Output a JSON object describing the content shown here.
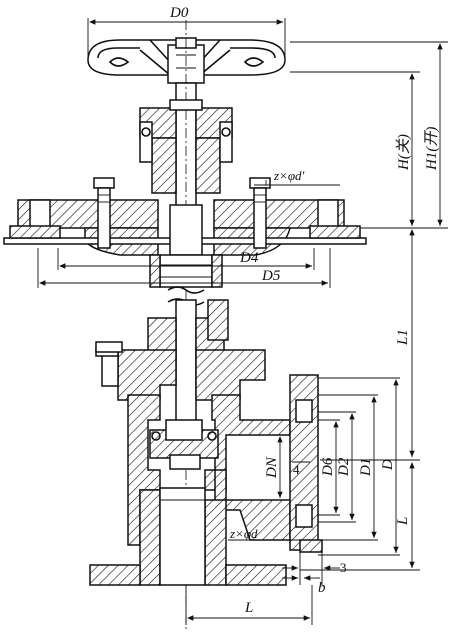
{
  "labels": {
    "D0": "D0",
    "H_close": "H(关)",
    "H1_open": "H1(开)",
    "bolt_top": "z×φd′",
    "D4": "D4",
    "D5": "D5",
    "L1": "L1",
    "DN": "DN",
    "four": "4",
    "D6": "D6",
    "D2": "D2",
    "D1": "D1",
    "D": "D",
    "L_side": "L",
    "bolt_bottom": "z×φd",
    "three": "3",
    "b": "b",
    "L_bottom": "L"
  }
}
